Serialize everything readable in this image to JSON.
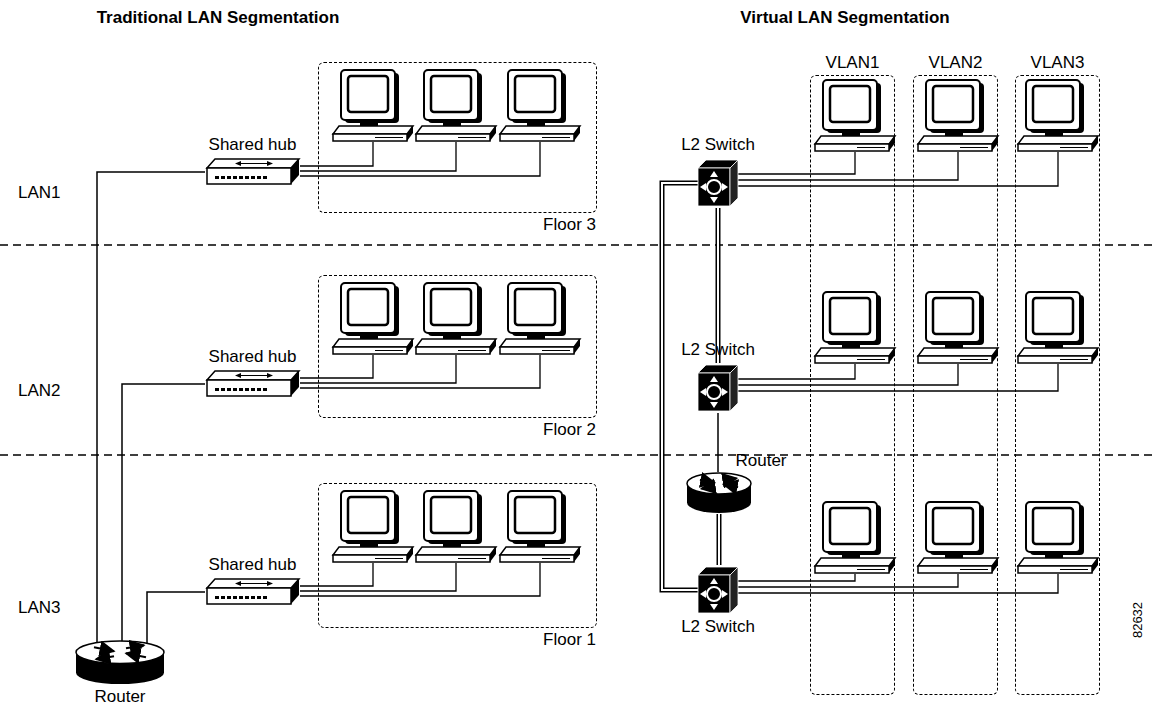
{
  "diagram": {
    "nodes": [
      {
        "text": [
          "Floor 3"
        ]
      },
      {
        "text": [
          "Shared hub"
        ]
      },
      {
        "text": [
          "Floor 2"
        ]
      },
      {
        "text": [
          "Shared hub"
        ]
      },
      {
        "text": [
          "Floor 1"
        ]
      },
      {
        "text": [
          "Shared hub"
        ]
      },
      {
        "text": [
          "Router"
        ]
      },
      {
        "text": [
          "VLAN1"
        ]
      },
      {
        "text": [
          "VLAN2"
        ]
      },
      {
        "text": [
          "VLAN3"
        ]
      },
      {
        "text": [
          "L2 Switch"
        ]
      },
      {
        "text": [
          "L2 Switch"
        ]
      },
      {
        "text": [
          "Router"
        ]
      },
      {
        "text": [
          "L2 Switch"
        ]
      }
    ],
    "edges": [
      {
        "from": 1,
        "to": 6,
        "arrow": "none"
      },
      {
        "from": 3,
        "to": 6,
        "arrow": "none"
      },
      {
        "from": 5,
        "to": 6,
        "arrow": "none"
      },
      {
        "from": 10,
        "to": 11,
        "arrow": "none"
      },
      {
        "from": 11,
        "to": 12,
        "arrow": "none"
      },
      {
        "from": 12,
        "to": 13,
        "arrow": "none"
      },
      {
        "from": 10,
        "to": 13,
        "arrow": "none"
      }
    ],
    "labels": [
      "Traditional LAN Segmentation",
      "Virtual LAN Segmentation",
      "LAN1",
      "LAN2",
      "LAN3",
      "82632"
    ]
  }
}
